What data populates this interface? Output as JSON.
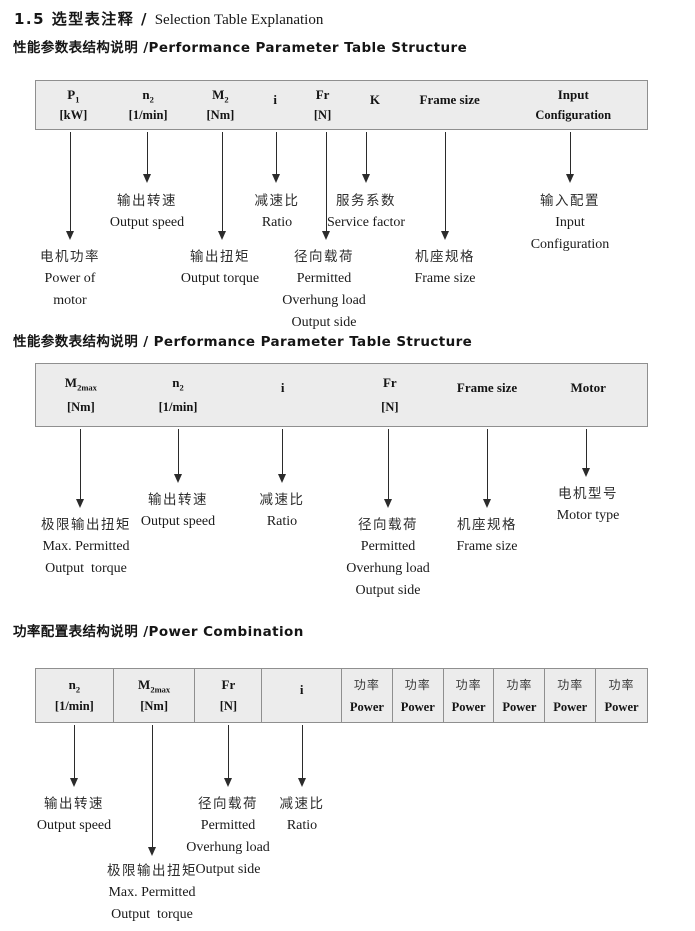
{
  "title": {
    "zh": "1.5 选型表注释 / ",
    "en": "Selection Table Explanation"
  },
  "sections": [
    {
      "heading": "性能参数表结构说明 /Performance Parameter Table Structure",
      "columns": [
        {
          "line1": "P",
          "sub": "1",
          "line2": "[kW]"
        },
        {
          "line1": "n",
          "sub": "2",
          "line2": "[1/min]"
        },
        {
          "line1": "M",
          "sub": "2",
          "line2": "[Nm]"
        },
        {
          "line1": "i",
          "sub": "",
          "line2": ""
        },
        {
          "line1": "Fr",
          "sub": "",
          "line2": "[N]"
        },
        {
          "line1": "K",
          "sub": "",
          "line2": ""
        },
        {
          "line1": "Frame size",
          "sub": "",
          "line2": ""
        },
        {
          "line1": "Input",
          "sub": "",
          "line2": "Configuration"
        }
      ],
      "callouts": [
        {
          "zh": "电机功率",
          "en1": "Power of",
          "en2": "motor",
          "en3": ""
        },
        {
          "zh": "输出转速",
          "en1": "Output speed",
          "en2": "",
          "en3": ""
        },
        {
          "zh": "输出扭矩",
          "en1": "Output torque",
          "en2": "",
          "en3": ""
        },
        {
          "zh": "减速比",
          "en1": "Ratio",
          "en2": "",
          "en3": ""
        },
        {
          "zh": "径向载荷",
          "en1": "Permitted",
          "en2": "Overhung load",
          "en3": "Output side"
        },
        {
          "zh": "服务系数",
          "en1": "Service factor",
          "en2": "",
          "en3": ""
        },
        {
          "zh": "机座规格",
          "en1": "Frame size",
          "en2": "",
          "en3": ""
        },
        {
          "zh": "输入配置",
          "en1": "Input",
          "en2": "Configuration",
          "en3": ""
        }
      ]
    },
    {
      "heading": "性能参数表结构说明 / Performance Parameter Table Structure",
      "columns": [
        {
          "line1": "M",
          "sub": "2max",
          "line2": "[Nm]"
        },
        {
          "line1": "n",
          "sub": "2",
          "line2": "[1/min]"
        },
        {
          "line1": "i",
          "sub": "",
          "line2": ""
        },
        {
          "line1": "Fr",
          "sub": "",
          "line2": "[N]"
        },
        {
          "line1": "Frame size",
          "sub": "",
          "line2": ""
        },
        {
          "line1": "Motor",
          "sub": "",
          "line2": ""
        }
      ],
      "callouts": [
        {
          "zh": "极限输出扭矩",
          "en1": "Max. Permitted",
          "en2": "Output  torque",
          "en3": ""
        },
        {
          "zh": "输出转速",
          "en1": "Output speed",
          "en2": "",
          "en3": ""
        },
        {
          "zh": "减速比",
          "en1": "Ratio",
          "en2": "",
          "en3": ""
        },
        {
          "zh": "径向载荷",
          "en1": "Permitted",
          "en2": "Overhung load",
          "en3": "Output side"
        },
        {
          "zh": "机座规格",
          "en1": "Frame size",
          "en2": "",
          "en3": ""
        },
        {
          "zh": "电机型号",
          "en1": "Motor type",
          "en2": "",
          "en3": ""
        }
      ]
    },
    {
      "heading": "功率配置表结构说明 /Power Combination",
      "columns": [
        {
          "line1": "n",
          "sub": "2",
          "line2": "[1/min]"
        },
        {
          "line1": "M",
          "sub": "2max",
          "line2": "[Nm]"
        },
        {
          "line1": "Fr",
          "sub": "",
          "line2": "[N]"
        },
        {
          "line1": "i",
          "sub": "",
          "line2": ""
        },
        {
          "line1": "功率",
          "sub": "",
          "line2": "Power"
        },
        {
          "line1": "功率",
          "sub": "",
          "line2": "Power"
        },
        {
          "line1": "功率",
          "sub": "",
          "line2": "Power"
        },
        {
          "line1": "功率",
          "sub": "",
          "line2": "Power"
        },
        {
          "line1": "功率",
          "sub": "",
          "line2": "Power"
        },
        {
          "line1": "功率",
          "sub": "",
          "line2": "Power"
        }
      ],
      "callouts": [
        {
          "zh": "输出转速",
          "en1": "Output speed",
          "en2": "",
          "en3": ""
        },
        {
          "zh": "极限输出扭矩",
          "en1": "Max. Permitted",
          "en2": "Output  torque",
          "en3": ""
        },
        {
          "zh": "径向载荷",
          "en1": "Permitted",
          "en2": "Overhung load",
          "en3": "Output side"
        },
        {
          "zh": "减速比",
          "en1": "Ratio",
          "en2": "",
          "en3": ""
        }
      ]
    }
  ]
}
